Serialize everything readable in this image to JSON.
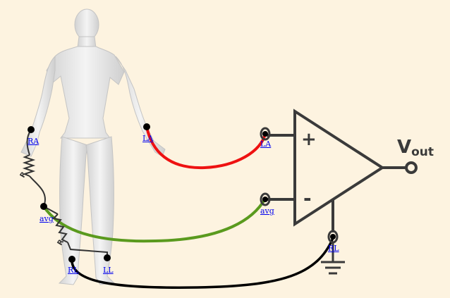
{
  "leads": {
    "ra": "RA",
    "la_body": "LA",
    "avg_body": "avg",
    "rl_body": "RL",
    "ll": "LL",
    "la_amp": "LA",
    "avg_amp": "avg",
    "rl_amp": "RL"
  },
  "resistors": {
    "r1": "R",
    "r2": "R"
  },
  "amplifier": {
    "plus": "+",
    "minus": "-",
    "output": "V",
    "output_sub": "out"
  },
  "colors": {
    "background": "#fdf3e0",
    "red_wire": "#ee1111",
    "green_wire": "#5a9a1e",
    "black_wire": "#000000",
    "amp_stroke": "#3a3a3a",
    "link": "#0000ee"
  }
}
